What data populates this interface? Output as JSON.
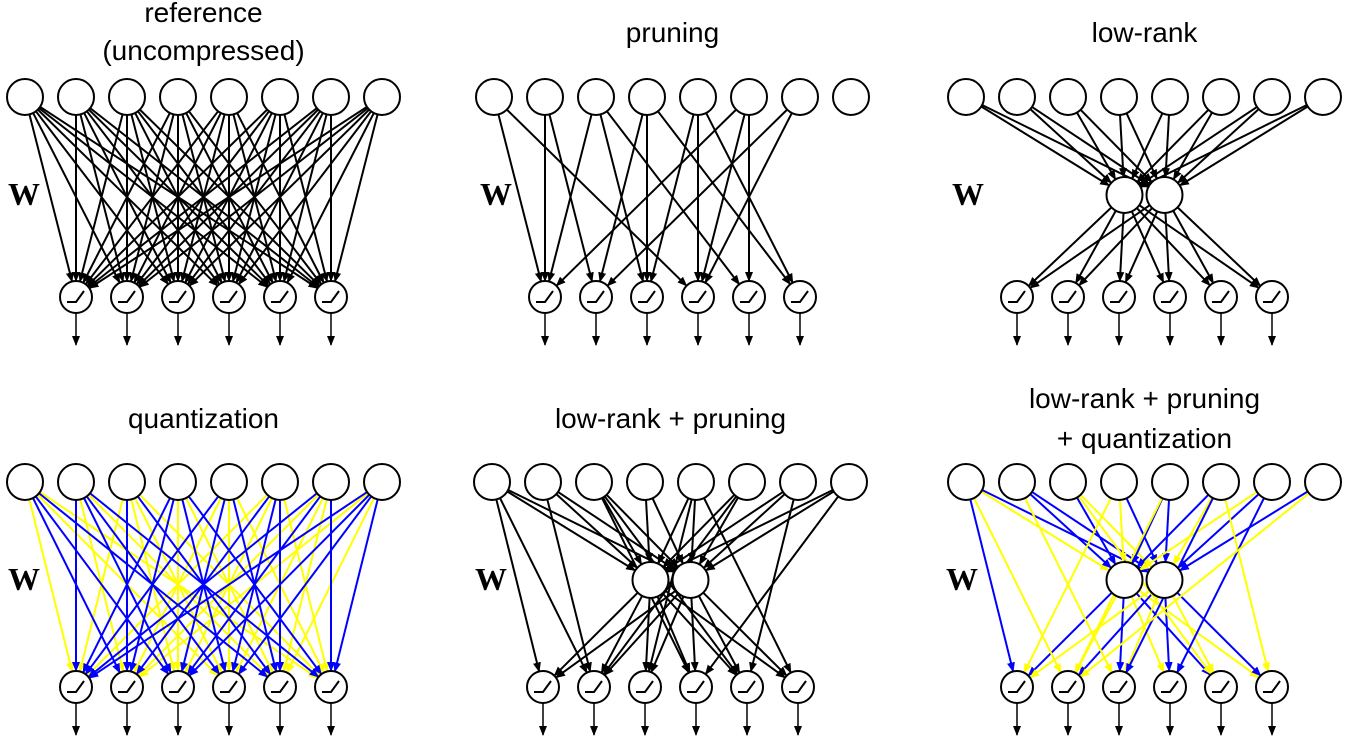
{
  "colors": {
    "edge": "#000000",
    "quant_a": "#ffff00",
    "quant_b": "#0000ff"
  },
  "weight_symbol": "W",
  "activation_icon": "relu-icon",
  "panels": [
    {
      "id": "reference",
      "title_lines": [
        "reference",
        "(uncompressed)"
      ],
      "inputs": 8,
      "hidden": 0,
      "outputs": 6,
      "style": "dense",
      "edges": [
        [
          0,
          0
        ],
        [
          0,
          1
        ],
        [
          0,
          2
        ],
        [
          0,
          3
        ],
        [
          0,
          4
        ],
        [
          0,
          5
        ],
        [
          1,
          0
        ],
        [
          1,
          1
        ],
        [
          1,
          2
        ],
        [
          1,
          3
        ],
        [
          1,
          4
        ],
        [
          1,
          5
        ],
        [
          2,
          0
        ],
        [
          2,
          1
        ],
        [
          2,
          2
        ],
        [
          2,
          3
        ],
        [
          2,
          4
        ],
        [
          2,
          5
        ],
        [
          3,
          0
        ],
        [
          3,
          1
        ],
        [
          3,
          2
        ],
        [
          3,
          3
        ],
        [
          3,
          4
        ],
        [
          3,
          5
        ],
        [
          4,
          0
        ],
        [
          4,
          1
        ],
        [
          4,
          2
        ],
        [
          4,
          3
        ],
        [
          4,
          4
        ],
        [
          4,
          5
        ],
        [
          5,
          0
        ],
        [
          5,
          1
        ],
        [
          5,
          2
        ],
        [
          5,
          3
        ],
        [
          5,
          4
        ],
        [
          5,
          5
        ],
        [
          6,
          0
        ],
        [
          6,
          1
        ],
        [
          6,
          2
        ],
        [
          6,
          3
        ],
        [
          6,
          4
        ],
        [
          6,
          5
        ],
        [
          7,
          0
        ],
        [
          7,
          1
        ],
        [
          7,
          2
        ],
        [
          7,
          3
        ],
        [
          7,
          4
        ],
        [
          7,
          5
        ]
      ]
    },
    {
      "id": "pruning",
      "title_lines": [
        "pruning"
      ],
      "inputs": 8,
      "hidden": 0,
      "outputs": 6,
      "style": "sparse",
      "edges": [
        [
          0,
          0
        ],
        [
          0,
          3
        ],
        [
          1,
          0
        ],
        [
          1,
          1
        ],
        [
          2,
          0
        ],
        [
          2,
          2
        ],
        [
          2,
          4
        ],
        [
          3,
          1
        ],
        [
          3,
          2
        ],
        [
          3,
          5
        ],
        [
          4,
          2
        ],
        [
          4,
          3
        ],
        [
          4,
          5
        ],
        [
          5,
          0
        ],
        [
          5,
          3
        ],
        [
          5,
          4
        ],
        [
          6,
          1
        ],
        [
          6,
          3
        ]
      ]
    },
    {
      "id": "low-rank",
      "title_lines": [
        "low-rank"
      ],
      "inputs": 8,
      "hidden": 2,
      "outputs": 6,
      "style": "lowrank"
    },
    {
      "id": "quantization",
      "title_lines": [
        "quantization"
      ],
      "inputs": 8,
      "hidden": 0,
      "outputs": 6,
      "style": "quant",
      "edges": [
        [
          0,
          0,
          "a"
        ],
        [
          0,
          1,
          "b"
        ],
        [
          0,
          2,
          "b"
        ],
        [
          0,
          3,
          "a"
        ],
        [
          0,
          4,
          "b"
        ],
        [
          0,
          5,
          "a"
        ],
        [
          1,
          0,
          "b"
        ],
        [
          1,
          1,
          "a"
        ],
        [
          1,
          2,
          "b"
        ],
        [
          1,
          3,
          "b"
        ],
        [
          1,
          4,
          "a"
        ],
        [
          1,
          5,
          "b"
        ],
        [
          2,
          0,
          "a"
        ],
        [
          2,
          1,
          "b"
        ],
        [
          2,
          2,
          "a"
        ],
        [
          2,
          3,
          "a"
        ],
        [
          2,
          4,
          "b"
        ],
        [
          2,
          5,
          "a"
        ],
        [
          3,
          0,
          "b"
        ],
        [
          3,
          1,
          "b"
        ],
        [
          3,
          2,
          "a"
        ],
        [
          3,
          3,
          "b"
        ],
        [
          3,
          4,
          "a"
        ],
        [
          3,
          5,
          "b"
        ],
        [
          4,
          0,
          "b"
        ],
        [
          4,
          1,
          "a"
        ],
        [
          4,
          2,
          "b"
        ],
        [
          4,
          3,
          "a"
        ],
        [
          4,
          4,
          "b"
        ],
        [
          4,
          5,
          "a"
        ],
        [
          5,
          0,
          "a"
        ],
        [
          5,
          1,
          "b"
        ],
        [
          5,
          2,
          "a"
        ],
        [
          5,
          3,
          "b"
        ],
        [
          5,
          4,
          "b"
        ],
        [
          5,
          5,
          "a"
        ],
        [
          6,
          0,
          "b"
        ],
        [
          6,
          1,
          "a"
        ],
        [
          6,
          2,
          "b"
        ],
        [
          6,
          3,
          "a"
        ],
        [
          6,
          4,
          "a"
        ],
        [
          6,
          5,
          "b"
        ],
        [
          7,
          0,
          "b"
        ],
        [
          7,
          1,
          "a"
        ],
        [
          7,
          2,
          "b"
        ],
        [
          7,
          3,
          "b"
        ],
        [
          7,
          4,
          "a"
        ],
        [
          7,
          5,
          "b"
        ]
      ]
    },
    {
      "id": "low-rank-pruning",
      "title_lines": [
        "low-rank + pruning"
      ],
      "inputs": 8,
      "hidden": 2,
      "outputs": 6,
      "style": "lowrank_pruned",
      "edges": [
        [
          0,
          0
        ],
        [
          0,
          1
        ],
        [
          1,
          1
        ],
        [
          2,
          3
        ],
        [
          2,
          4
        ],
        [
          4,
          2
        ],
        [
          4,
          5
        ],
        [
          5,
          1
        ],
        [
          6,
          4
        ],
        [
          7,
          3
        ]
      ]
    },
    {
      "id": "low-rank-pruning-quantization",
      "title_lines": [
        "low-rank + pruning",
        "+ quantization"
      ],
      "inputs": 8,
      "hidden": 2,
      "outputs": 6,
      "style": "lowrank_pruned_quant",
      "edges": [
        [
          0,
          0,
          "b"
        ],
        [
          0,
          1,
          "a"
        ],
        [
          1,
          2,
          "a"
        ],
        [
          2,
          4,
          "a"
        ],
        [
          3,
          0,
          "a"
        ],
        [
          4,
          1,
          "a"
        ],
        [
          5,
          2,
          "b"
        ],
        [
          5,
          5,
          "a"
        ],
        [
          6,
          3,
          "b"
        ],
        [
          7,
          1,
          "a"
        ]
      ]
    }
  ]
}
